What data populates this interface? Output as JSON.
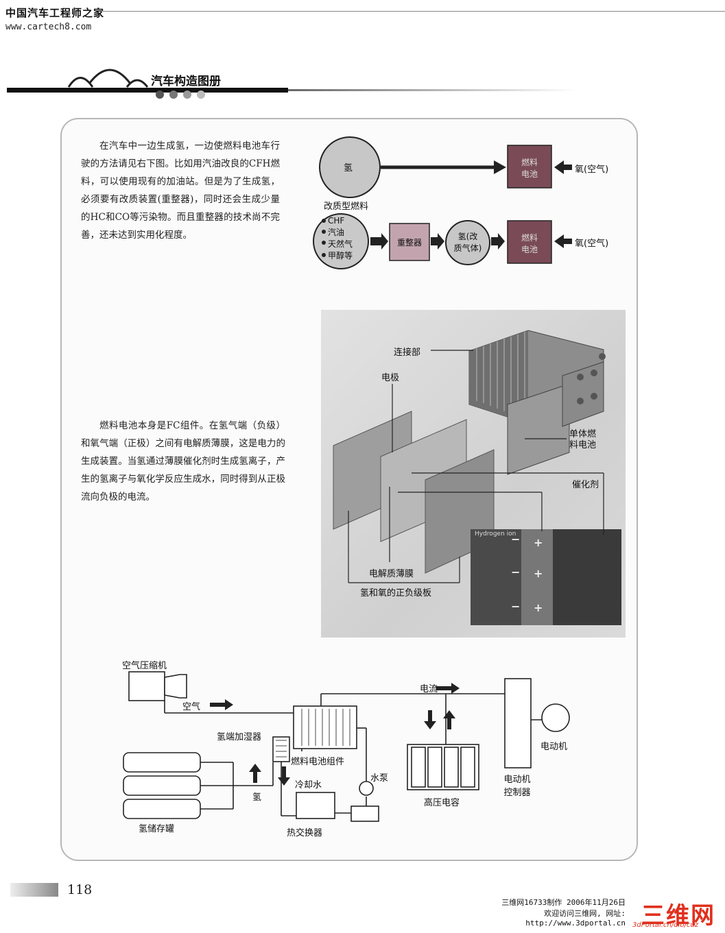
{
  "header": {
    "site_name": "中国汽车工程师之家",
    "site_url": "www.cartech8.com",
    "book_title": "汽车构造图册"
  },
  "intro_paragraph": "在汽车中一边生成氢，一边使燃料电池车行驶的方法请见右下图。比如用汽油改良的CFH燃料，可以使用现有的加油站。但是为了生成氢，必须要有改质装置(重整器)，同时还会生成少量的HC和CO等污染物。而且重整器的技术尚不完善，还未达到实用化程度。",
  "flow_diagram": {
    "hydrogen": "氢",
    "fuel_cell_top": [
      "燃料",
      "电池"
    ],
    "oxygen_top": "氧(空气)",
    "reformed_fuel": "改质型燃料",
    "feedstocks": [
      "CHF",
      "汽油",
      "天然气",
      "甲醇等"
    ],
    "reformer": "重整器",
    "reformed_gas": [
      "氢(改",
      "质气体)"
    ],
    "fuel_cell_bottom": [
      "燃料",
      "电池"
    ],
    "oxygen_bottom": "氧(空气)"
  },
  "cell_paragraph": "燃料电池本身是FC组件。在氢气端（负级）和氧气端（正极）之间有电解质薄膜，这是电力的生成装置。当氢通过薄膜催化剂时生成氢离子，产生的氢离子与氧化学反应生成水，同时得到从正极流向负极的电流。",
  "cell_photo": {
    "connection": "连接部",
    "electrode": "电极",
    "single_cell": [
      "单体燃",
      "料电池"
    ],
    "catalyst": "催化剂",
    "membrane": "电解质薄膜",
    "plates": "氢和氧的正负级板",
    "inset_label": "Hydrogen ion"
  },
  "system_diagram": {
    "air_compressor": "空气压缩机",
    "air": "空气",
    "current": "电流",
    "motor": "电动机",
    "humidifier": "氢端加湿器",
    "fuel_cell_stack": "燃料电池组件",
    "coolant": "冷却水",
    "water_pump": "水泵",
    "hydrogen": "氢",
    "hydrogen_tanks": "氢储存罐",
    "heat_exchanger": "热交换器",
    "hv_capacitor": "高压电容",
    "motor_controller": [
      "电动机",
      "控制器"
    ]
  },
  "footer": {
    "page_number": "118",
    "credit_line1": "三维网16733制作 2006年11月26日",
    "credit_line2": "欢迎访问三维网, 网址:",
    "credit_line3": "http://www.3dportal.cn",
    "watermark_logo": "三维网",
    "watermark_url": "3dPortal.cn/dib/cuz"
  }
}
